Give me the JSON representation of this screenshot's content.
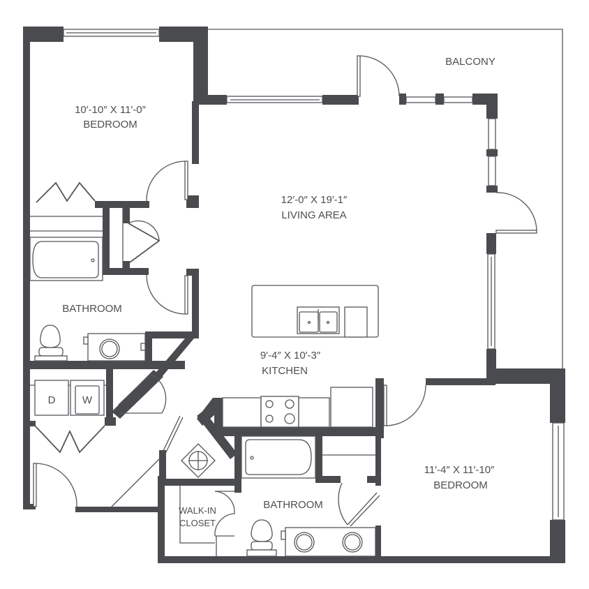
{
  "plan": {
    "rooms": [
      {
        "id": "bedroom-1",
        "dimensions": "10′-10″ X 11′-0″",
        "name": "BEDROOM"
      },
      {
        "id": "living-area",
        "dimensions": "12′-0″ X 19′-1″",
        "name": "LIVING AREA"
      },
      {
        "id": "kitchen",
        "dimensions": "9′-4″ X 10′-3″",
        "name": "KITCHEN"
      },
      {
        "id": "bedroom-2",
        "dimensions": "11′-4″ X 11′-10″",
        "name": "BEDROOM"
      },
      {
        "id": "balcony",
        "name": "BALCONY"
      },
      {
        "id": "bathroom-1",
        "name": "BATHROOM"
      },
      {
        "id": "bathroom-2",
        "name": "BATHROOM"
      },
      {
        "id": "walk-in-closet",
        "name_line1": "WALK-IN",
        "name_line2": "CLOSET"
      }
    ],
    "appliances": {
      "dryer": "D",
      "washer": "W"
    },
    "colors": {
      "wall": "#4a4b4e",
      "line": "#55565a",
      "text": "#4e4f52",
      "background": "#ffffff"
    }
  }
}
